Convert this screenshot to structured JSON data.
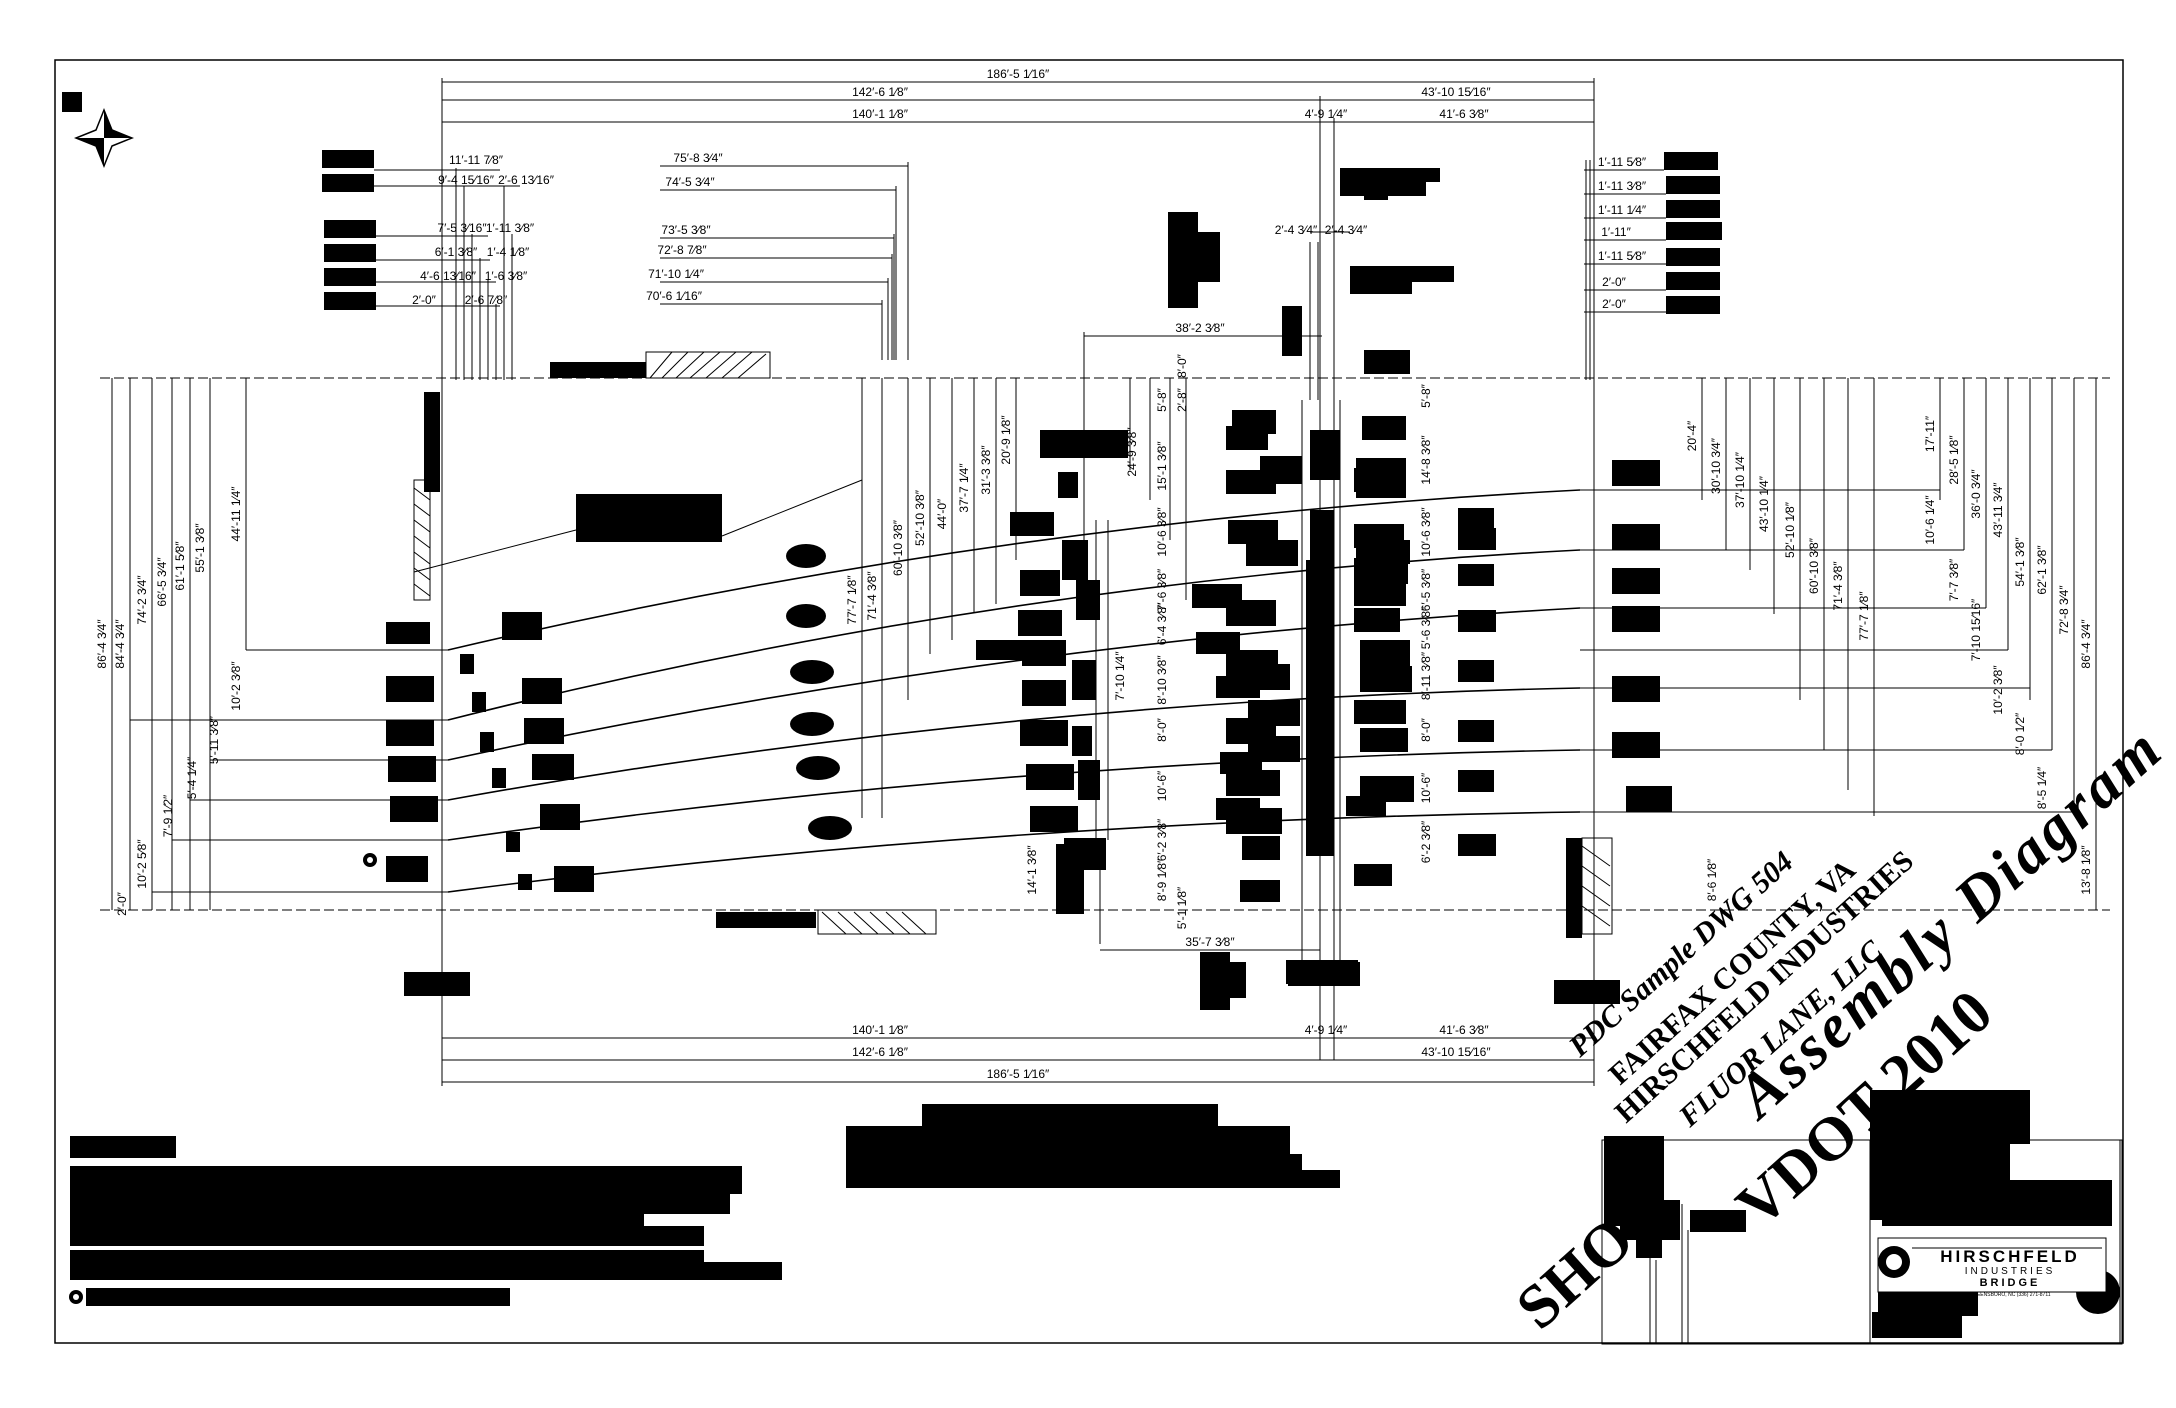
{
  "dims_top": {
    "overall": "186′-5 1⁄16″",
    "left_a": "142′-6 1⁄8″",
    "left_b": "140′-1 1⁄8″",
    "right_a": "43′-10 15⁄16″",
    "mid": "4′-9 1⁄4″",
    "right_b": "41′-6 3⁄8″"
  },
  "dims_bottom": {
    "left_b": "140′-1 1⁄8″",
    "mid": "4′-9 1⁄4″",
    "right_b": "41′-6 3⁄8″",
    "left_a": "142′-6 1⁄8″",
    "right_a": "43′-10 15⁄16″",
    "overall": "186′-5 1⁄16″"
  },
  "dims_upper_left": [
    "11′-11 7⁄8″",
    "9′-4 15⁄16″",
    "2′-6 13⁄16″",
    "7′-5 3⁄16″",
    "1′-11 3⁄8″",
    "6′-1 3⁄8″",
    "1′-4 1⁄8″",
    "4′-6 13⁄16″",
    "1′-6 3⁄8″",
    "2′-0″",
    "2′-6 7⁄8″"
  ],
  "dims_upper_mid": [
    "75′-8 3⁄4″",
    "74′-5 3⁄4″",
    "73′-5 3⁄8″",
    "72′-8 7⁄8″",
    "71′-10 1⁄4″",
    "70′-6 1⁄16″"
  ],
  "dims_upper_right": [
    "1′-11 5⁄8″",
    "1′-11 3⁄8″",
    "1′-11 1⁄4″",
    "1′-11″",
    "1′-11 5⁄8″",
    "2′-0″",
    "2′-0″"
  ],
  "dims_center": {
    "pair_left": "2′-4 3⁄4″",
    "pair_right": "2′-4 3⁄4″",
    "top_span": "38′-2 3⁄8″",
    "bottom_span": "35′-7 3⁄8″"
  },
  "dims_left_vertical": [
    "86′-4 3⁄4″",
    "84′-4 3⁄4″",
    "74′-2 3⁄4″",
    "66′-5 3⁄4″",
    "61′-1 5⁄8″",
    "55′-1 3⁄8″",
    "44′-11 1⁄4″",
    "10′-2 3⁄8″",
    "5′-11 3⁄8″",
    "5′-4 1⁄4″",
    "7′-9 1⁄2″",
    "10′-2 5⁄8″",
    "2′-0″"
  ],
  "dims_mid_vertical": [
    "77′-7 1⁄8″",
    "71′-4 3⁄8″",
    "60′-10 3⁄8″",
    "52′-10 3⁄8″",
    "44′-0″",
    "37′-7 1⁄4″",
    "31′-3 3⁄8″",
    "20′-9 1⁄8″",
    "24′-9 3⁄8″",
    "15′-1 3⁄8″",
    "10′-6 3⁄8″",
    "7′-6 3⁄8″",
    "6′-4 3⁄8″",
    "7′-10 1⁄4″",
    "8′-10 3⁄8″",
    "8′-0″",
    "10′-6″",
    "6′-2 3⁄8″",
    "14′-1 3⁄8″",
    "5′-1 1⁄8″",
    "5′-8″",
    "8′-0″",
    "2′-8″",
    "8′-9 1⁄8″"
  ],
  "dims_right_of_center": [
    "5′-8″",
    "14′-8 3⁄8″",
    "10′-6 3⁄8″",
    "6′-5 3⁄8″",
    "5′-6 3⁄8″",
    "8′-11 3⁄8″",
    "8′-0″",
    "10′-6″",
    "6′-2 3⁄8″"
  ],
  "dims_right_vertical": [
    "20′-4″",
    "30′-10 3⁄4″",
    "37′-10 1⁄4″",
    "43′-10 1⁄4″",
    "52′-10 1⁄8″",
    "60′-10 3⁄8″",
    "71′-4 3⁄8″",
    "77′-7 1⁄8″",
    "17′-11″",
    "28′-5 1⁄8″",
    "36′-0 3⁄4″",
    "43′-11 3⁄4″",
    "54′-1 3⁄8″",
    "62′-1 3⁄8″",
    "72′-8 3⁄4″",
    "86′-4 3⁄4″",
    "10′-6 1⁄4″",
    "7′-7 3⁄8″",
    "7′-10 15⁄16″",
    "10′-2 3⁄8″",
    "8′-0 1⁄2″",
    "8′-5 1⁄4″",
    "13′-8 1⁄8″",
    "8′-6 1⁄8″"
  ],
  "stamp": {
    "line1": "PDC Sample DWG 504",
    "line2": "FAIRFAX COUNTY, VA",
    "line3": "HIRSCHFELD INDUSTRIES",
    "line4": "FLUOR LANE, LLC",
    "line5": "Assembly Diagram",
    "line6": "VDOT 2010",
    "shop": "SHOP"
  },
  "titleblock": {
    "company": "HIRSCHFELD",
    "division": "INDUSTRIES",
    "dept": "BRIDGE",
    "address": "GREENSBORO, NC (336) 271-8711"
  },
  "north_arrow": "north-arrow-icon"
}
